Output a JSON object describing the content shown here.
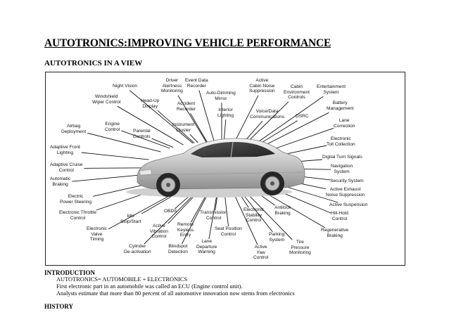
{
  "title": "AUTOTRONICS:IMPROVING VEHICLE PERFORMANCE",
  "subtitle": "AUTOTRONICS IN A VIEW",
  "diagram_labels": [
    "Night Vision",
    "Driver\nAlertness\nMonitoring",
    "Event Data\nRecorder",
    "Active\nCabin Noise\nSuppression",
    "Cabin\nEnvironment\nControls",
    "Entertainment\nSystem",
    "Windshield\nWiper Control",
    "Head-Up\nDisplay",
    "Accident\nRecorder",
    "Auto-Dimming\nMirror",
    "Battery\nManagement",
    "Interior\nLighting",
    "Voice/Data\nCommunications",
    "DSRC",
    "Lane\nCorrection",
    "Airbag\nDeployment",
    "Engine\nControl",
    "Parental\nControls",
    "Instrument\nCluster",
    "Electronic\nToll Collection",
    "Adaptive Front\nLighting",
    "Digital Turn Signals",
    "Adaptive Cruise\nControl",
    "Navigation\nSystem",
    "Automatic\nBraking",
    "Security System",
    "Active Exhaust\nNoise Suppression",
    "Electric\nPower Steering",
    "Active Suspension",
    "Electronic Throttle\nControl",
    "Idle\nStop/Start",
    "OBDII",
    "Transmission\nControl",
    "Electronic\nStability\nControl",
    "Antilock\nBraking",
    "Hill-Hold\nControl",
    "Electronic\nValve\nTiming",
    "Active\nVibration\nControl",
    "Remote\nKeyless\nEntry",
    "Seat Position\nControl",
    "Parking\nSystem",
    "Regenerative\nBraking",
    "Cylinder\nDe-activation",
    "Blindspot\nDetection",
    "Lane\nDeparture\nWarning",
    "Active\nYaw\nControl",
    "Tire\nPressure\nMonitoring"
  ],
  "intro": {
    "heading": "INTRODUCTION",
    "lines": [
      "AUTOTRONICS= AUTOMOBILE + ELECTRONICS",
      "First electronic part in an automobile was called an ECU (Engine control unit).",
      "Analysts estimate that more than 80 percent of all automotive innovation now stems from electronics"
    ]
  },
  "history_heading": "HISTORY"
}
